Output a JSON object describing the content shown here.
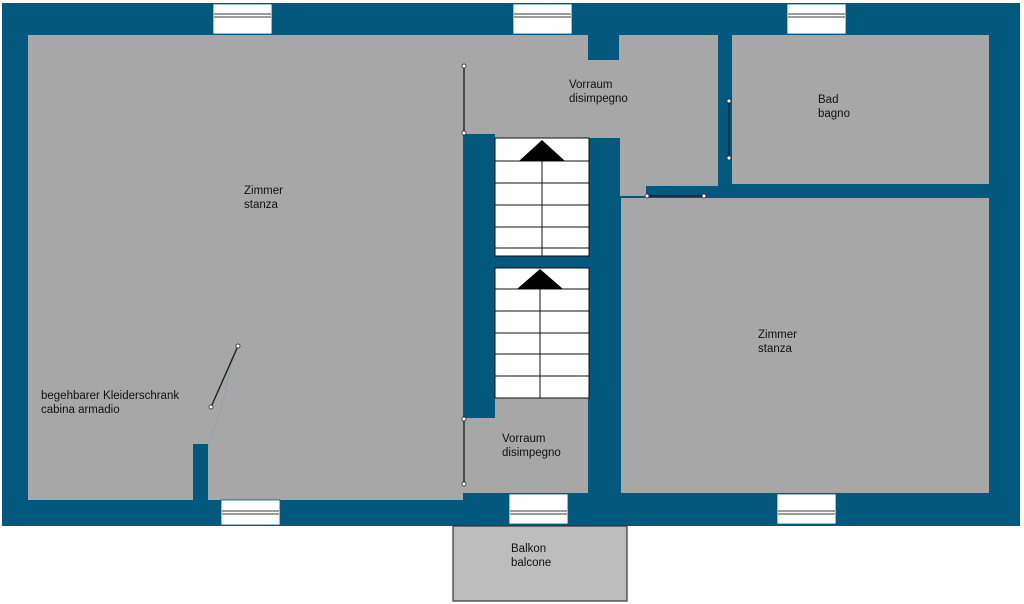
{
  "rooms": {
    "zimmer_left": {
      "line1": "Zimmer",
      "line2": "stanza"
    },
    "kleiderschrank": {
      "line1": "begehbarer Kleiderschrank",
      "line2": "cabina armadio"
    },
    "vorraum_top": {
      "line1": "Vorraum",
      "line2": "disimpegno"
    },
    "bad": {
      "line1": "Bad",
      "line2": "bagno"
    },
    "zimmer_right": {
      "line1": "Zimmer",
      "line2": "stanza"
    },
    "vorraum_bottom": {
      "line1": "Vorraum",
      "line2": "disimpegno"
    },
    "balkon": {
      "line1": "Balkon",
      "line2": "balcone"
    }
  },
  "colors": {
    "wall": "#02587d",
    "floor": "#a7a7a7",
    "balcony": "#bdbdbd",
    "stairs": "#ffffff"
  }
}
